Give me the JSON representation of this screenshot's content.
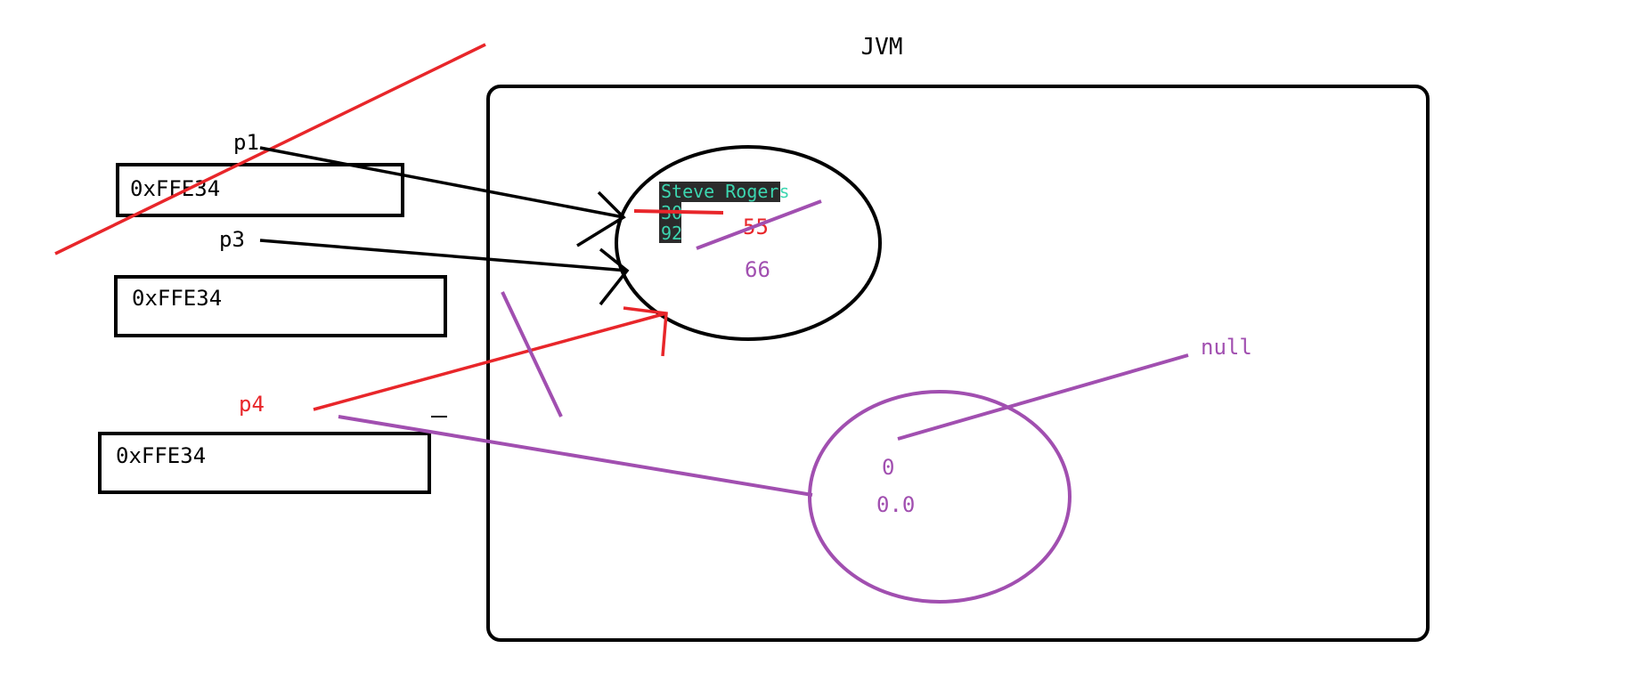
{
  "jvm_label": "JVM",
  "variables": [
    {
      "name": "p1",
      "address": "0xFFE34",
      "color": "#000000"
    },
    {
      "name": "p3",
      "address": "0xFFE34",
      "color": "#000000"
    },
    {
      "name": "p4",
      "address": "0xFFE34",
      "color": "#e8262a"
    }
  ],
  "object1": {
    "name": "Steve Rogers",
    "age_old": "30",
    "score": "92",
    "age_new": "55",
    "age_newer": "66"
  },
  "object2": {
    "name": "null",
    "age": "0",
    "score": "0.0"
  },
  "colors": {
    "black": "#000000",
    "red": "#e8262a",
    "purple": "#a14fb0",
    "highlight_bg": "#2b2b2b",
    "highlight_text": "#3cd6b0"
  }
}
